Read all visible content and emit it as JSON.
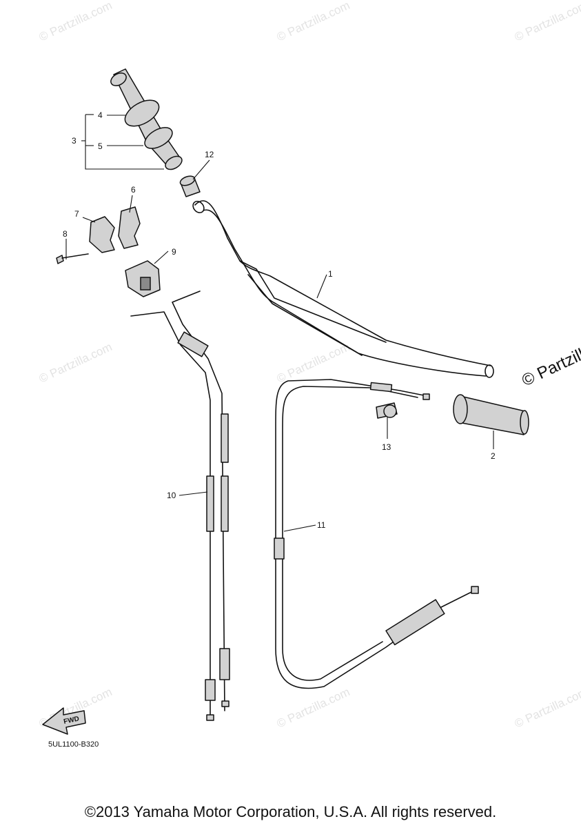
{
  "watermark": {
    "small": "© Partzilla.com",
    "large": "© Partzilla"
  },
  "callouts": [
    "1",
    "2",
    "3",
    "4",
    "5",
    "6",
    "7",
    "8",
    "9",
    "10",
    "11",
    "12",
    "13"
  ],
  "fwd_label": "FWD",
  "diagram_code": "5UL1100-B320",
  "copyright": "©2013 Yamaha Motor Corporation, U.S.A. All rights reserved."
}
